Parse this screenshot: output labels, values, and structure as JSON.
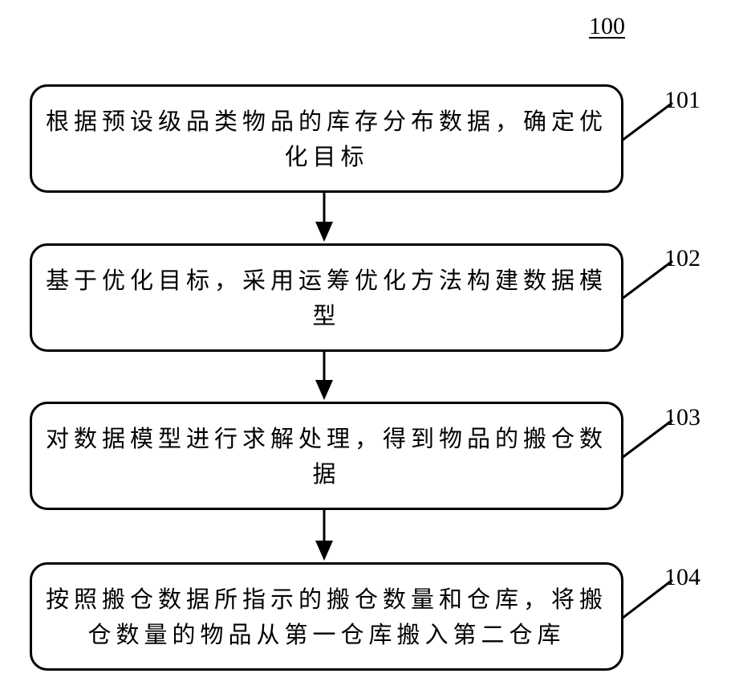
{
  "figure": {
    "number": "100"
  },
  "steps": [
    {
      "label": "101",
      "text": "根据预设级品类物品的库存分布数据，确定优化目标"
    },
    {
      "label": "102",
      "text": "基于优化目标，采用运筹优化方法构建数据模型"
    },
    {
      "label": "103",
      "text": "对数据模型进行求解处理，得到物品的搬仓数据"
    },
    {
      "label": "104",
      "text": "按照搬仓数据所指示的搬仓数量和仓库，将搬仓数量的物品从第一仓库搬入第二仓库"
    }
  ]
}
